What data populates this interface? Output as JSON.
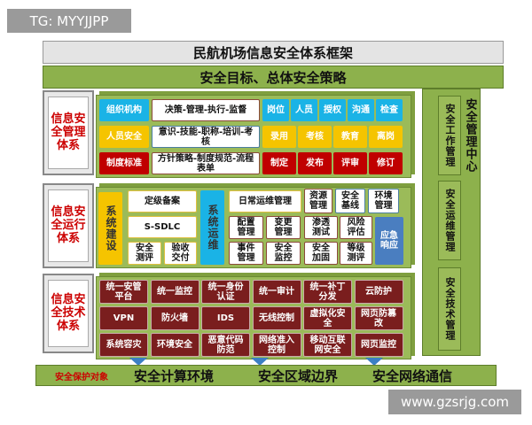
{
  "watermark_top": "TG: MYYJJPP",
  "watermark_bottom": "www.gzsrjg.com",
  "title": "民航机场信息安全体系框架",
  "strategy": "安全目标、总体安全策略",
  "left_labels": [
    "信息安全管理体系",
    "信息安全运行体系",
    "信息安全技术体系"
  ],
  "management": {
    "rows": [
      {
        "head": "组织机构",
        "desc": "决策-管理-执行-监督",
        "items": [
          "岗位",
          "人员",
          "授权",
          "沟通",
          "检查"
        ]
      },
      {
        "head": "人员安全",
        "desc": "意识-技能-职称-培训-考核",
        "items": [
          "录用",
          "考核",
          "教育",
          "离岗"
        ]
      },
      {
        "head": "制度标准",
        "desc": "方针策略-制度规范-流程表单",
        "items": [
          "制定",
          "发布",
          "评审",
          "修订"
        ]
      }
    ]
  },
  "operation": {
    "build": "系统建设",
    "grading": "定级备案",
    "sdlc": "S-SDLC",
    "test": "安全测评",
    "accept": "验收交付",
    "ops": "系统运维",
    "daily": "日常运维管理",
    "resource": "资源管理",
    "baseline": "安全基线",
    "env": "环境管理",
    "config": "配置管理",
    "change": "变更管理",
    "pentest": "渗透测试",
    "risk": "风险评估",
    "event": "事件管理",
    "monitor": "安全监控",
    "harden": "安全加固",
    "level": "等级测评",
    "emergency": "应急响应"
  },
  "technology": [
    [
      "统一安管平台",
      "统一监控",
      "统一身份认证",
      "统一审计",
      "统一补丁分发",
      "云防护"
    ],
    [
      "VPN",
      "防火墙",
      "IDS",
      "无线控制",
      "虚拟化安全",
      "网页防篡改"
    ],
    [
      "系统容灾",
      "环境安全",
      "恶意代码防范",
      "网络准入控制",
      "移动互联网安全",
      "网页监控"
    ]
  ],
  "center": {
    "title": "安全管理中心",
    "items": [
      "安全工作管理",
      "安全运维管理",
      "安全技术管理"
    ]
  },
  "bottom": {
    "label": "安全保护对象",
    "items": [
      "安全计算环境",
      "安全区域边界",
      "安全网络通信"
    ]
  }
}
